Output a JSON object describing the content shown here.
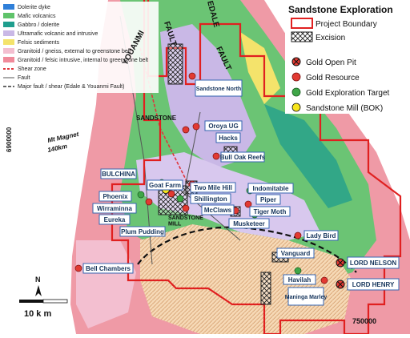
{
  "title": "Sandstone Exploration",
  "geology_legend": [
    {
      "label": "Dolerite dyke",
      "color": "#2f7fd9"
    },
    {
      "label": "Mafic volcanics",
      "color": "#5fc36a"
    },
    {
      "label": "Gabbro / dolerite",
      "color": "#1f9e8e"
    },
    {
      "label": "Ultramafic volcanic and intrusive",
      "color": "#c9b8e6"
    },
    {
      "label": "Felsic sediments",
      "color": "#f4e36b"
    },
    {
      "label": "Granitoid / gneiss, external to greenstone belt",
      "color": "#f3bfd0"
    },
    {
      "label": "Granitoid / felsic intrusive, internal to greenstone belt",
      "color": "#f08a9a"
    },
    {
      "label": "Shear zone",
      "color": "#e0353b"
    },
    {
      "label": "Fault",
      "color": "#555555"
    },
    {
      "label": "Major fault / shear (Edale & Youanmi Fault)",
      "color": "#333333"
    }
  ],
  "key": [
    {
      "label": "Project Boundary",
      "symbol": "red-outline-box"
    },
    {
      "label": "Excision",
      "symbol": "crosshatch-box"
    },
    {
      "label": "Gold Open Pit",
      "symbol": "pit-icon"
    },
    {
      "label": "Gold Resource",
      "symbol": "red-dot-icon"
    },
    {
      "label": "Gold Exploration Target",
      "symbol": "green-dot-icon"
    },
    {
      "label": "Sandstone Mill (BOK)",
      "symbol": "yellow-dot-icon"
    }
  ],
  "colors": {
    "boundary": "#e02020",
    "resource": "#e23a32",
    "target": "#3fa648",
    "mill": "#f7e51c",
    "label_text": "#17365d",
    "label_border": "#3465b0"
  },
  "fault_labels": {
    "youanmi": "YOUANMI",
    "edale": "EDALE",
    "fault_1": "FAULT",
    "fault_2": "FAULT"
  },
  "places": {
    "sandstone_town": "SANDSTONE",
    "sandstone_mill": "SANDSTONE\nMILL",
    "mt_magnet": "Mt Magnet",
    "distance": "140km"
  },
  "coords": {
    "northing": "6900000",
    "easting": "750000"
  },
  "scale_label": "10 k m",
  "north_label": "N",
  "deposits": [
    {
      "name": "Sandstone North"
    },
    {
      "name": "Oroya UG"
    },
    {
      "name": "Hacks"
    },
    {
      "name": "Bull Oak Reefs"
    },
    {
      "name": "BULCHINA"
    },
    {
      "name": "Goat Farm"
    },
    {
      "name": "Phoenix"
    },
    {
      "name": "Wirraminna"
    },
    {
      "name": "Eureka"
    },
    {
      "name": "Plum Pudding"
    },
    {
      "name": "Two Mile Hill"
    },
    {
      "name": "Shillington"
    },
    {
      "name": "McClaws"
    },
    {
      "name": "Indomitable"
    },
    {
      "name": "Piper"
    },
    {
      "name": "Tiger Moth"
    },
    {
      "name": "Musketeer"
    },
    {
      "name": "Lady Bird"
    },
    {
      "name": "Vanguard"
    },
    {
      "name": "LORD NELSON"
    },
    {
      "name": "LORD HENRY"
    },
    {
      "name": "Havilah"
    },
    {
      "name": "Maninga Marley"
    },
    {
      "name": "Bell Chambers"
    }
  ]
}
